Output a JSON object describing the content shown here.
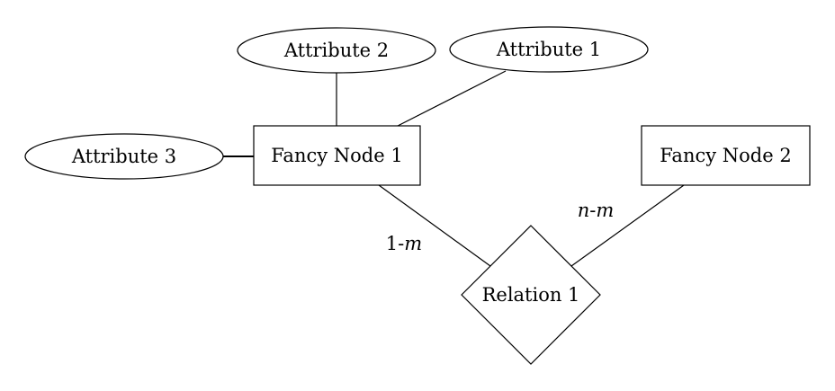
{
  "diagram": {
    "entities": [
      {
        "id": "fancy_node_1",
        "label": "Fancy Node 1"
      },
      {
        "id": "fancy_node_2",
        "label": "Fancy Node 2"
      }
    ],
    "attributes": [
      {
        "id": "attribute_1",
        "label": "Attribute 1",
        "of": "fancy_node_1"
      },
      {
        "id": "attribute_2",
        "label": "Attribute 2",
        "of": "fancy_node_1"
      },
      {
        "id": "attribute_3",
        "label": "Attribute 3",
        "of": "fancy_node_1"
      }
    ],
    "relations": [
      {
        "id": "relation_1",
        "label": "Relation 1",
        "links": [
          {
            "entity": "fancy_node_1",
            "cardinality": {
              "prefix": "1-",
              "suffix": "m"
            }
          },
          {
            "entity": "fancy_node_2",
            "cardinality": {
              "prefix": "n",
              "sep": "-",
              "suffix": "m"
            }
          }
        ]
      }
    ]
  }
}
